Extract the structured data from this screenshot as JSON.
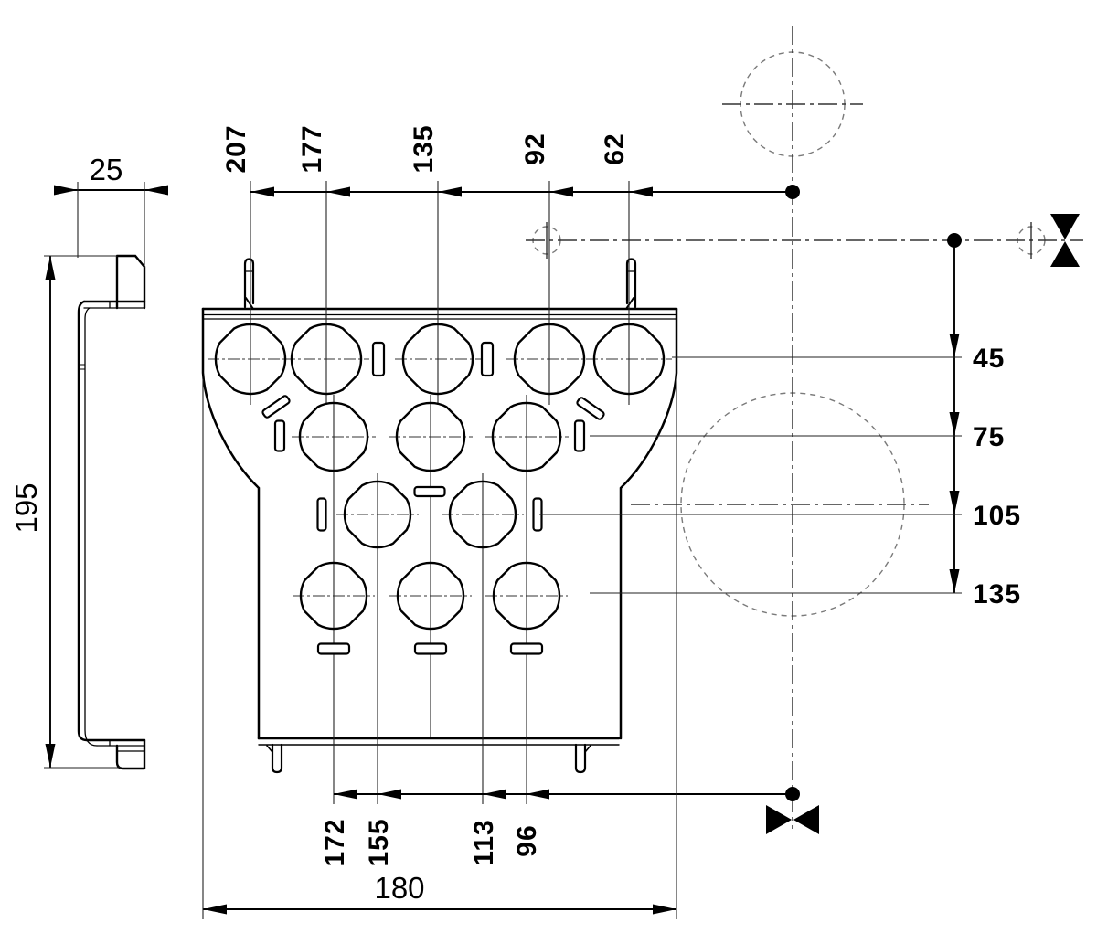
{
  "drawing": {
    "type": "technical-dimension-drawing",
    "views": [
      "side-profile",
      "front-mounting-plate"
    ],
    "labels": {
      "side_width": "25",
      "side_height": "195",
      "overall_width": "180",
      "top_chain": [
        "207",
        "177",
        "135",
        "92",
        "62"
      ],
      "right_chain": [
        "45",
        "75",
        "105",
        "135"
      ],
      "bottom_chain": [
        "172",
        "155",
        "113",
        "96"
      ]
    },
    "symbols": {
      "meter_mark": "black facing triangles (bowtie) on reference centerlines",
      "reference_point": "filled dot",
      "phantom_features": "dashed circles on centerlines"
    },
    "colors": {
      "object_line": "#000000",
      "thin_line": "#1a1a1a",
      "phantom": "#7a7a7a",
      "background": "#ffffff"
    }
  }
}
